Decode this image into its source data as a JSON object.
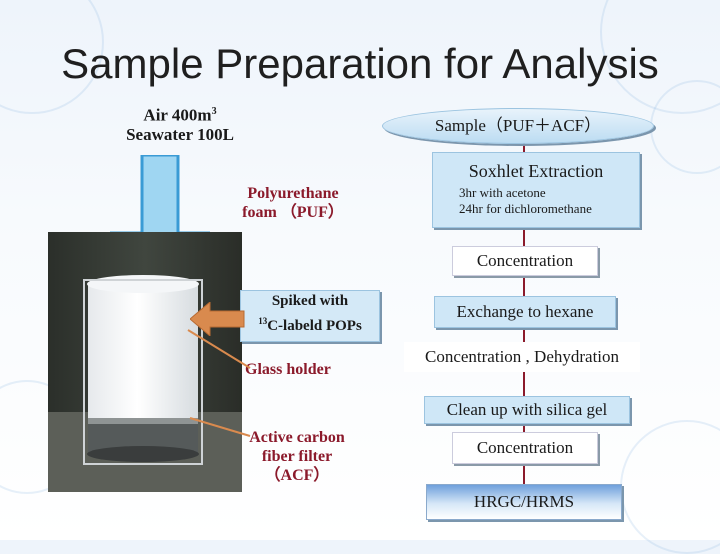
{
  "title": "Sample Preparation for Analysis",
  "sampling": {
    "air_line": "Air 400m",
    "air_sup": "3",
    "seawater_line": "Seawater 100L"
  },
  "left_labels": {
    "puf_line1": "Polyurethane",
    "puf_line2": "foam （PUF）",
    "spike_line1": "Spiked with",
    "spike_sup": "13",
    "spike_line2": "C-labeld POPs",
    "glass_holder": "Glass holder",
    "acf_line1": "Active carbon",
    "acf_line2": "fiber filter",
    "acf_line3": "（ACF）"
  },
  "flow": {
    "sample": "Sample（PUF＋ACF）",
    "soxhlet_title": "Soxhlet Extraction",
    "soxhlet_line1": "3hr with acetone",
    "soxhlet_line2": "24hr for dichloromethane",
    "concentration1": "Concentration",
    "exchange": "Exchange to hexane",
    "conc_dehyd": "Concentration , Dehydration",
    "cleanup": "Clean up with silica gel",
    "concentration2": "Concentration",
    "hrgc": "HRGC/HRMS"
  },
  "colors": {
    "flow_line": "#8b1a2b",
    "arrow_fill": "#9fd6f2",
    "arrow_stroke": "#3a9bd5",
    "pointer": "#d98a4e",
    "box_fill": "#cfe7f7"
  }
}
